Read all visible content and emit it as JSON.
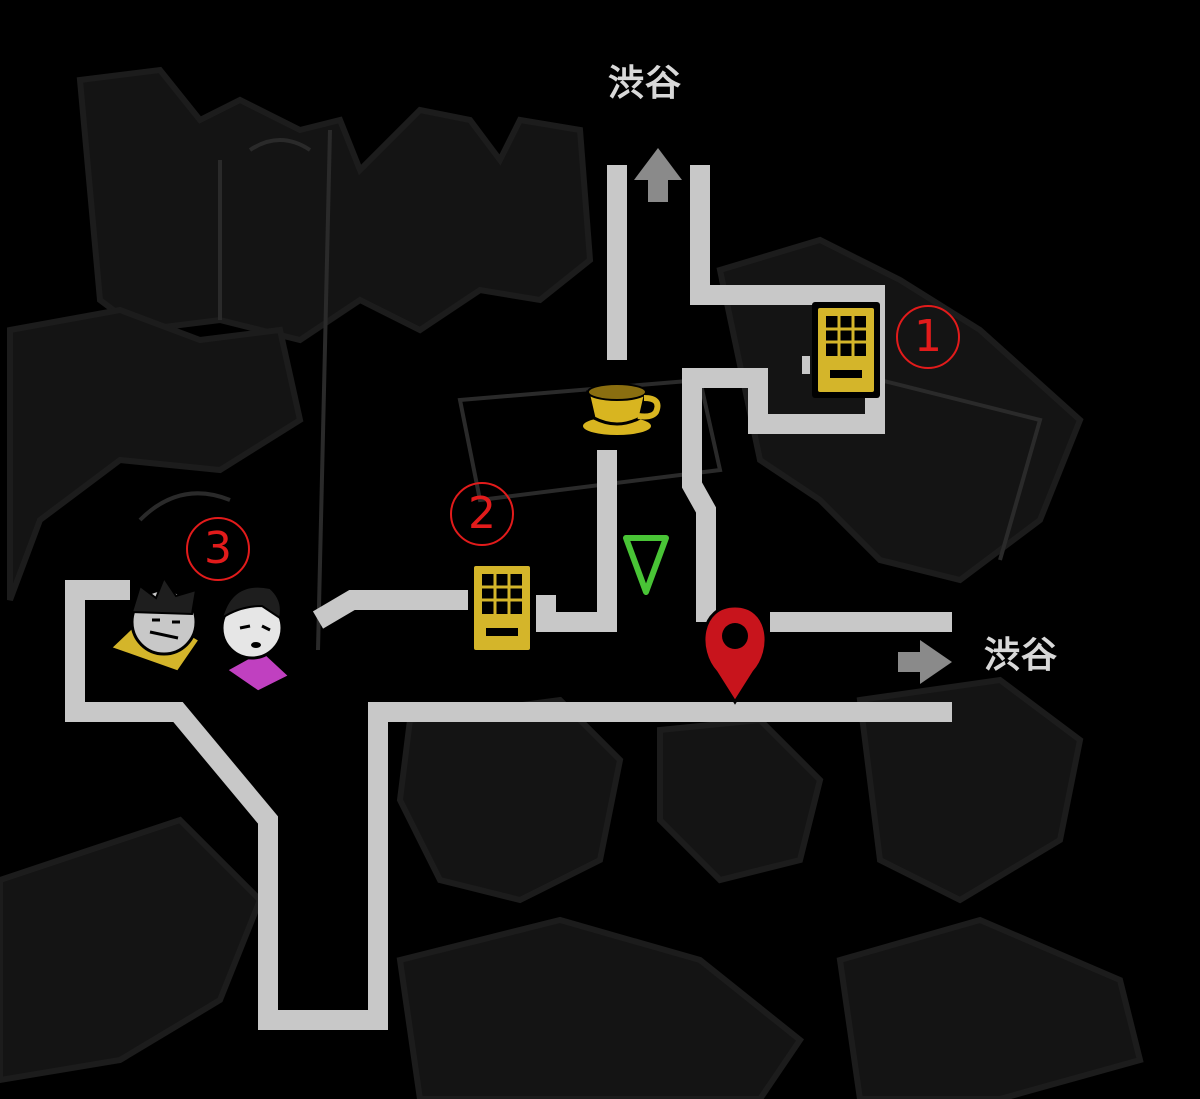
{
  "map": {
    "exits": {
      "north": {
        "label": "渋谷",
        "arrow_icon": "arrow-up-icon"
      },
      "east": {
        "label": "渋谷",
        "arrow_icon": "arrow-right-icon"
      }
    },
    "markers": [
      {
        "number": "1",
        "icon": "vending-machine-icon"
      },
      {
        "number": "2",
        "icon": "vending-machine-icon"
      },
      {
        "number": "3",
        "icon": "party-members-icon"
      }
    ],
    "icons": {
      "cafe": "coffee-cup-icon",
      "player": "player-position-triangle-icon",
      "destination": "location-pin-icon"
    },
    "colors": {
      "background": "#000000",
      "road": "#c8c8c8",
      "vending_machine": "#d4b52a",
      "cafe": "#d8b520",
      "player_triangle": "#49c436",
      "destination_pin": "#c8141c",
      "marker_number": "#e21b1b",
      "exit_arrow": "#8a8a8a"
    }
  }
}
